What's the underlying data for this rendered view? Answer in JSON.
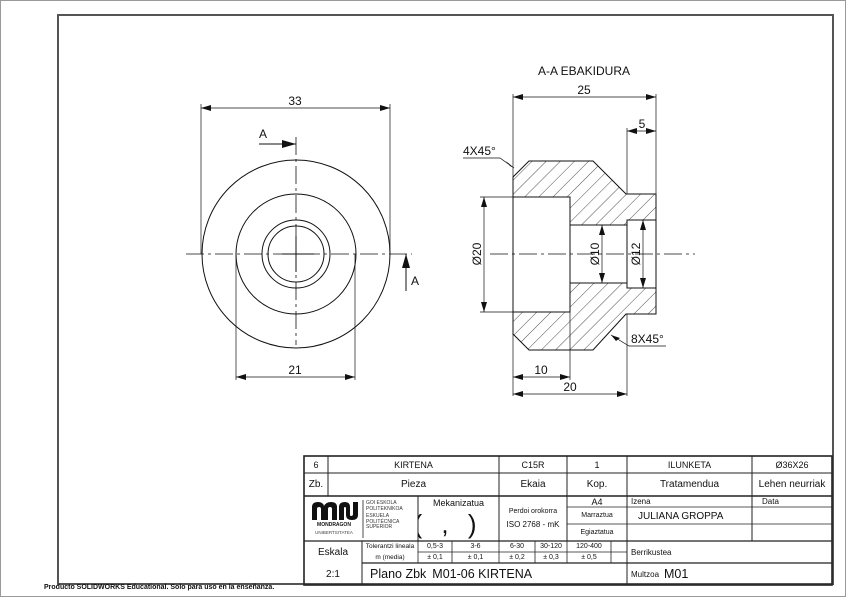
{
  "sheet": {
    "footer_note": "Producto SOLIDWORKS Educational. Solo para uso en la enseñanza.",
    "colors": {
      "line": "#111111",
      "frame": "#555555",
      "outer_frame": "#9a9a9a",
      "background": "#ffffff"
    }
  },
  "front_view": {
    "dim_overall_diameter": "33",
    "dim_inner_diameter": "21",
    "section_marker_top": "A",
    "section_marker_right": "A"
  },
  "section_view": {
    "title": "A-A EBAKIDURA",
    "dim_length": "25",
    "dim_step": "5",
    "chamfer_left": "4X45°",
    "chamfer_right": "8X45°",
    "dim_bore_dia": "Ø20",
    "dim_hole_dia": "Ø10",
    "dim_counterbore_dia": "Ø12",
    "dim_bore_depth": "10",
    "dim_body_length": "20"
  },
  "title_block": {
    "row1": {
      "zb": "6",
      "pieza": "KIRTENA",
      "ekaia": "C15R",
      "kop": "1",
      "tratamendua": "ILUNKETA",
      "lehen_neurriak": "Ø36X26"
    },
    "row2": {
      "zb": "Zb.",
      "pieza": "Pieza",
      "ekaia": "Ekaia",
      "kop": "Kop.",
      "tratamendua": "Tratamendua",
      "lehen_neurriak": "Lehen neurriak"
    },
    "logo": {
      "name": "MONDRAGON",
      "sub": "UNIBERTSITATEA",
      "lines": [
        "GOI ESKOLA",
        "POLITEKNIKOA",
        "ESKUELA",
        "POLITÉCNICA",
        "SUPERIOR"
      ]
    },
    "mekanizatua": {
      "label": "Mekanizatua",
      "symbol": "( , )"
    },
    "perdoi": {
      "label": "Perdoi orokorra",
      "value": "ISO 2768 - mK"
    },
    "format": "A4",
    "marraztua_label": "Marraztua",
    "egiaztatua_label": "Egiaztatua",
    "izena_label": "Izena",
    "data_label": "Data",
    "drawn_by": "JULIANA GROPPA",
    "eskala_label": "Eskala",
    "eskala_value": "2:1",
    "tolerance": {
      "label_line1": "Tolerantzi lineala",
      "label_line2": "m (media)",
      "ranges": [
        "0,5-3",
        "3-6",
        "6-30",
        "30-120",
        "120-400"
      ],
      "values": [
        "± 0,1",
        "± 0,1",
        "± 0,2",
        "± 0,3",
        "± 0,5"
      ]
    },
    "berrikustea_label": "Berrikustea",
    "plano_label": "Plano Zbk",
    "plano_value": "M01-06 KIRTENA",
    "multzoa_label": "Multzoa",
    "multzoa_value": "M01"
  }
}
